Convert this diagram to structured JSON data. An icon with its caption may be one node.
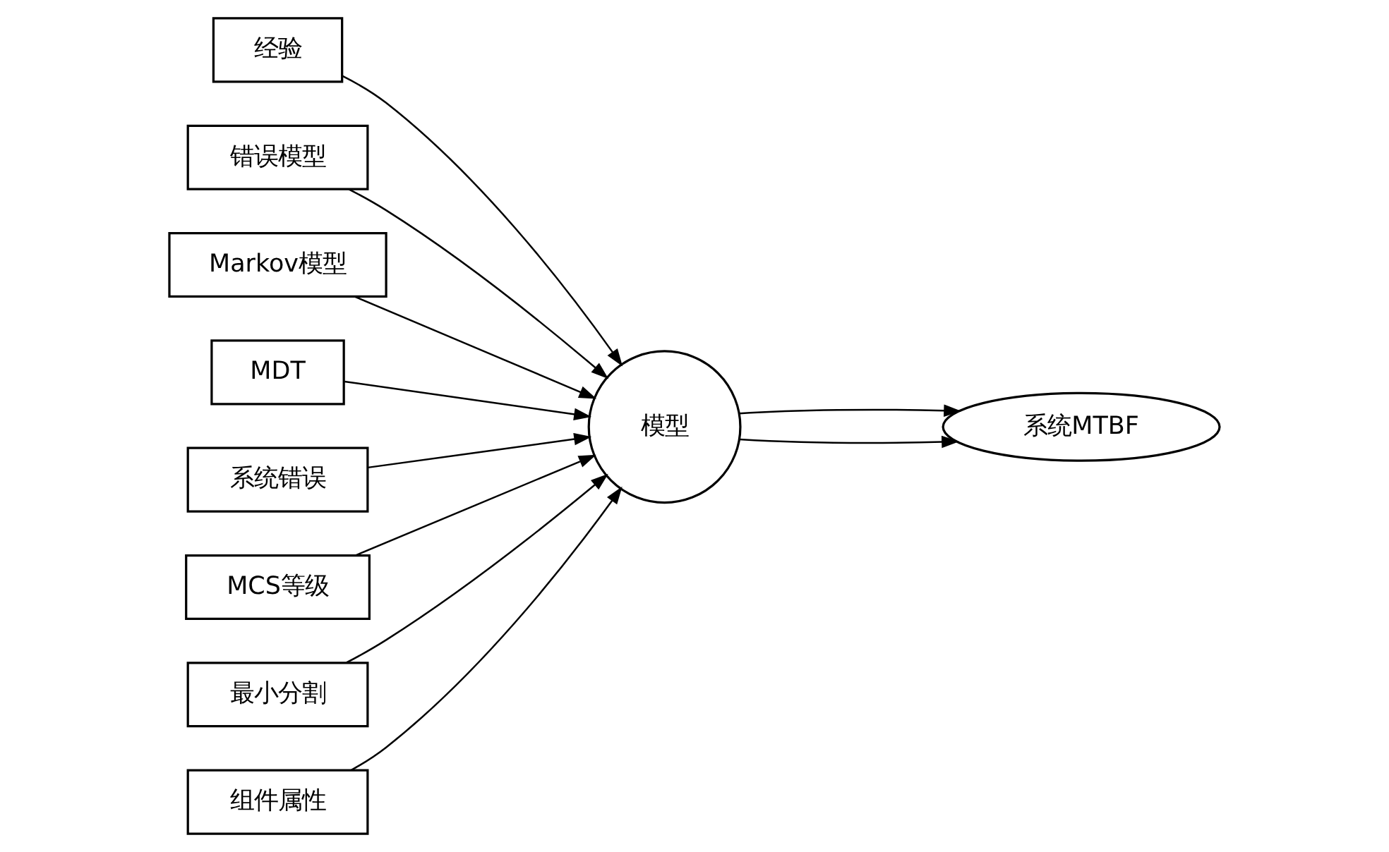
{
  "diagram": {
    "nodes": [
      {
        "text": [
          "经验"
        ]
      },
      {
        "text": [
          "错误模型"
        ]
      },
      {
        "text": [
          "Markov模型"
        ]
      },
      {
        "text": [
          "MDT"
        ]
      },
      {
        "text": [
          "系统错误"
        ]
      },
      {
        "text": [
          "模型"
        ]
      },
      {
        "text": [
          "系统MTBF"
        ]
      },
      {
        "text": [
          "MCS等级"
        ]
      },
      {
        "text": [
          "最小分割"
        ]
      },
      {
        "text": [
          "组件属性"
        ]
      }
    ],
    "edges": [
      {
        "from": 0,
        "to": 5,
        "arrow": "to"
      },
      {
        "from": 1,
        "to": 5,
        "arrow": "to"
      },
      {
        "from": 2,
        "to": 5,
        "arrow": "to"
      },
      {
        "from": 3,
        "to": 5,
        "arrow": "to"
      },
      {
        "from": 4,
        "to": 5,
        "arrow": "to"
      },
      {
        "from": 5,
        "to": 6,
        "arrow": "to"
      },
      {
        "from": 5,
        "to": 6,
        "arrow": "to"
      },
      {
        "from": 7,
        "to": 5,
        "arrow": "to"
      },
      {
        "from": 8,
        "to": 5,
        "arrow": "to"
      },
      {
        "from": 9,
        "to": 5,
        "arrow": "to"
      }
    ]
  }
}
